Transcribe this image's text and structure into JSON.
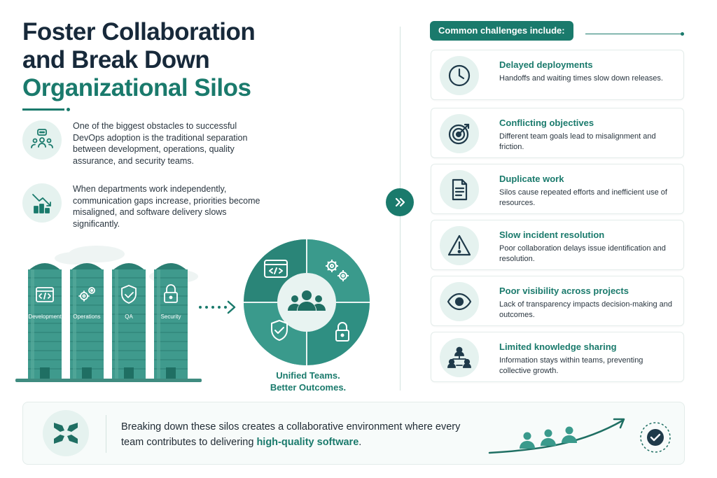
{
  "title": {
    "line1": "Foster Collaboration",
    "line2": "and Break Down",
    "line3": "Organizational Silos"
  },
  "intro": [
    {
      "icon": "team-chat-icon",
      "text": "One of the biggest obstacles to successful DevOps adoption is the traditional separation between development, operations, quality assurance, and security teams."
    },
    {
      "icon": "declining-chart-icon",
      "text": "When departments work independently, communication gaps increase, priorities become misaligned, and software delivery slows significantly."
    }
  ],
  "silos": [
    {
      "label": "Development",
      "icon": "code-window-icon"
    },
    {
      "label": "Operations",
      "icon": "gears-icon"
    },
    {
      "label": "QA",
      "icon": "shield-check-icon"
    },
    {
      "label": "Security",
      "icon": "lock-icon"
    }
  ],
  "unified": {
    "line1": "Unified Teams.",
    "line2": "Better Outcomes."
  },
  "challenges_header": "Common challenges include:",
  "challenges": [
    {
      "icon": "clock-icon",
      "title": "Delayed deployments",
      "desc": "Handoffs and waiting times slow down releases."
    },
    {
      "icon": "target-icon",
      "title": "Conflicting objectives",
      "desc": "Different team goals lead to misalignment and friction."
    },
    {
      "icon": "document-icon",
      "title": "Duplicate work",
      "desc": "Silos cause repeated efforts and inefficient use of resources."
    },
    {
      "icon": "warning-icon",
      "title": "Slow incident resolution",
      "desc": "Poor collaboration delays issue identification and resolution."
    },
    {
      "icon": "eye-icon",
      "title": "Poor visibility across projects",
      "desc": "Lack of transparency impacts decision-making and outcomes."
    },
    {
      "icon": "network-icon",
      "title": "Limited knowledge sharing",
      "desc": "Information stays within teams, preventing collective growth."
    }
  ],
  "banner": {
    "text_before": "Breaking down these silos creates a collaborative environment where every team contributes to delivering ",
    "highlight": "high-quality software",
    "text_after": "."
  },
  "colors": {
    "accent": "#1a7a6c",
    "dark": "#17293a",
    "light": "#e5f2ef"
  }
}
